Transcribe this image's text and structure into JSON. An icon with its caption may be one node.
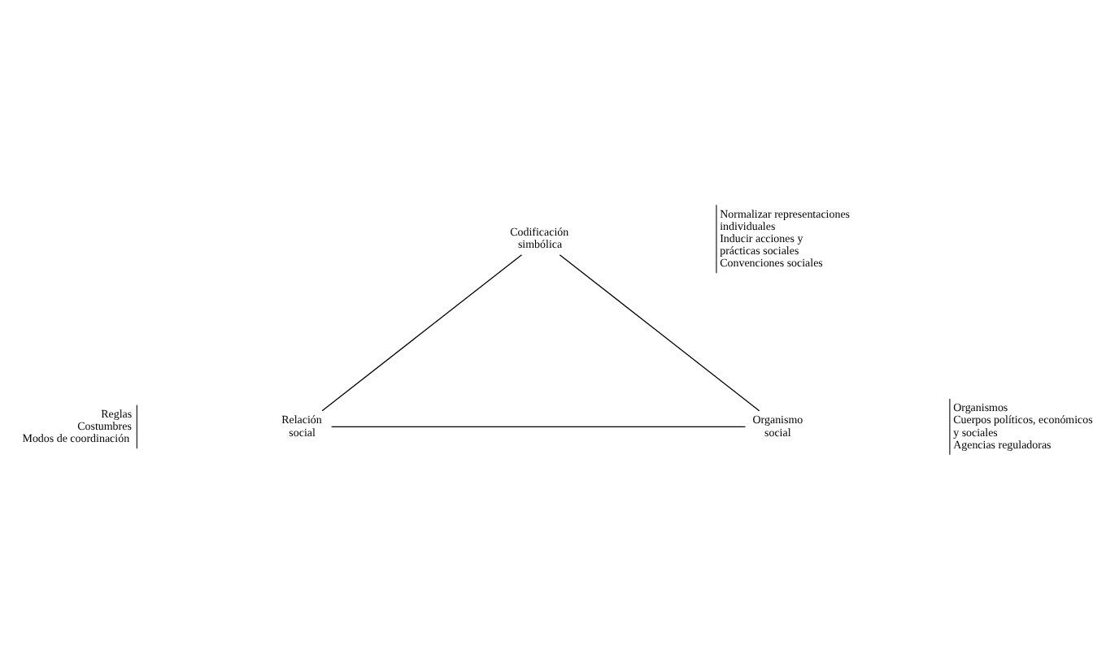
{
  "diagram": {
    "nodes": [
      {
        "text": [
          "Codificación simbólica"
        ],
        "beside": [
          "Normalizar representaciones individuales",
          "Inducir acciones y prácticas sociales",
          "Convenciones sociales"
        ]
      },
      {
        "text": [
          "Relación social"
        ],
        "beside": [
          "Reglas",
          "Costumbres",
          "Modos de coordinación"
        ]
      },
      {
        "text": [
          "Organismo social"
        ],
        "beside": [
          "Organismos",
          "Cuerpos políticos, económicos y sociales",
          "Agencias reguladoras"
        ]
      }
    ],
    "edges": [
      {
        "from": 0,
        "to": 1,
        "arrow": "none"
      },
      {
        "from": 1,
        "to": 2,
        "arrow": "none"
      },
      {
        "from": 2,
        "to": 0,
        "arrow": "none"
      }
    ]
  }
}
